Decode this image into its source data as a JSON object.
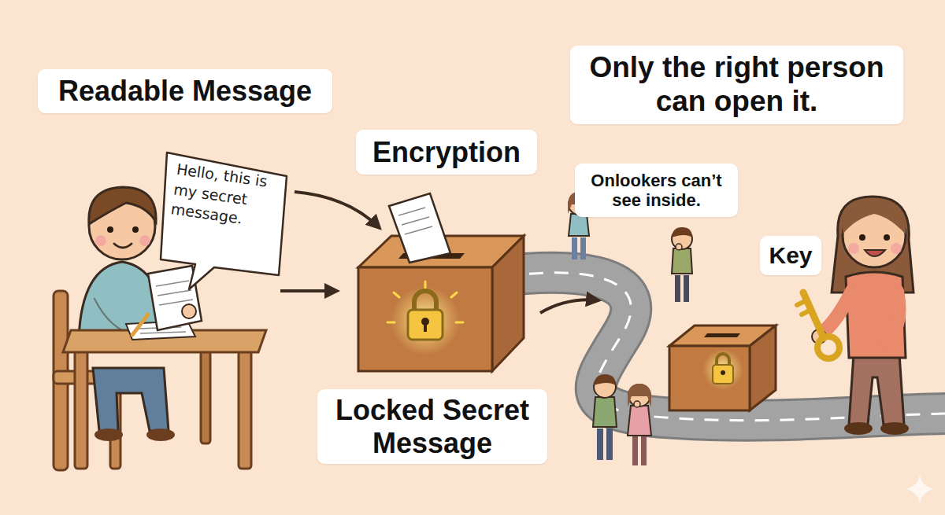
{
  "diagram": {
    "nodes": [
      {
        "text": [
          "Readable Message"
        ]
      },
      {
        "text": [
          "Only the right person can open it."
        ]
      },
      {
        "text": [
          "Encryption"
        ]
      },
      {
        "text": [
          "Hello, this is my secret message."
        ]
      },
      {
        "text": [
          "Onlookers can’t see inside."
        ]
      },
      {
        "text": [
          "Key"
        ]
      },
      {
        "text": [
          "Locked Secret Message"
        ]
      }
    ]
  }
}
